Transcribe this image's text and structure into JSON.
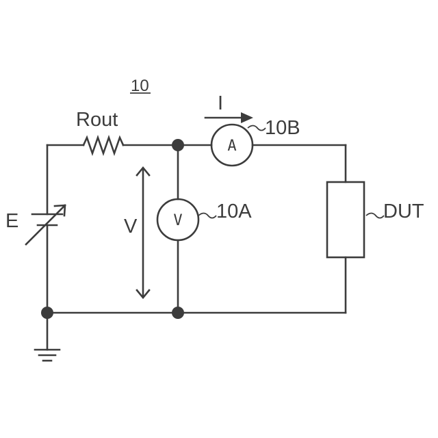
{
  "figure_label": "10",
  "labels": {
    "source": "E",
    "resistor": "Rout",
    "voltage": "V",
    "current": "I",
    "dut": "DUT",
    "voltmeter_ref": "10A",
    "ammeter_ref": "10B"
  },
  "meters": {
    "voltmeter": "V",
    "ammeter": "A"
  }
}
